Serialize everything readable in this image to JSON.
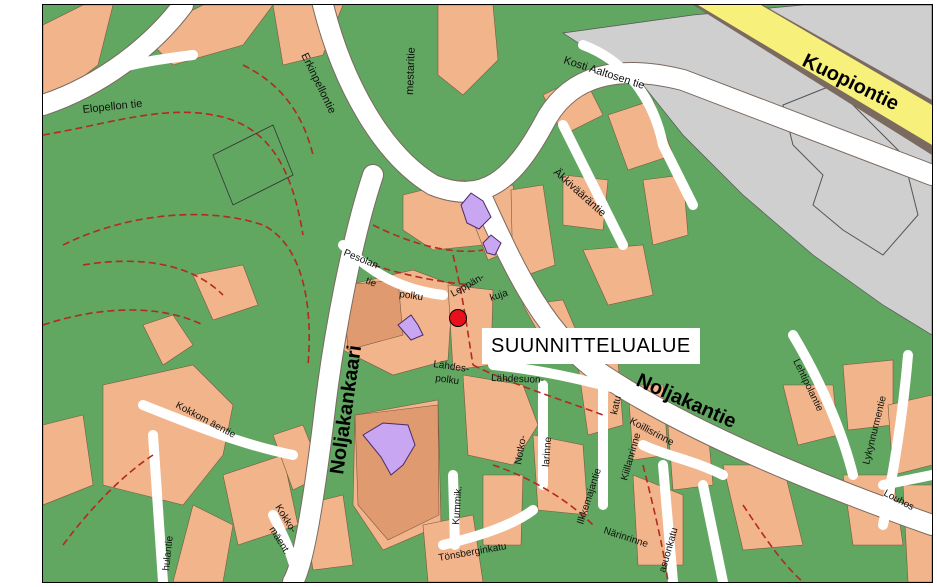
{
  "map": {
    "colors": {
      "green": "#61a661",
      "residential": "#f2b48a",
      "residential_dark": "#e09a70",
      "road": "#ffffff",
      "building": "#c9a6f2",
      "industrial": "#cfcfcf",
      "highway": "#f7f07a",
      "path": "#b22a20",
      "marker": "#e8111b"
    },
    "marker_label": "SUUNNITTELUALUE",
    "streets": {
      "kuopiontie": "Kuopiontie",
      "noljakantie": "Noljakantie",
      "noljakankaari": "Noljakankaari",
      "erkinpellontie": "Erkinpellontie",
      "elopellontie": "Elopellon tie",
      "mestaritie": "mestaritie",
      "kosti": "Kosti Aaltosen tie",
      "akkivaara": "Äkkivääräntie",
      "pesolan1": "Pesolan-",
      "pesolan2": "tie",
      "polku": "polku",
      "leppan1": "Leppän-",
      "leppan2": "kuja",
      "lahdes1": "Lähdes-",
      "lahdes2": "polku",
      "lahdesuon": "Lähdesuon-",
      "katu": "katu",
      "notko1": "Notko-",
      "notko2": "larinne",
      "koillisrinne": "Koillisrinne",
      "kiillanrinne": "Kiillanrinne",
      "naarinrinne": "Närinrinne",
      "asuonkatu": "asuonkatu",
      "ilkkemajan": "Ilkkemajantie",
      "tonsberg": "Tönsberginkatu",
      "kummik": "Kummik.",
      "kokko1": "Kokko-",
      "kokko2": "mäent.",
      "kokkomaentie": "Kokkom äentie",
      "hulantie": "hulantie",
      "lehtipolantie": "Lehtipolantie",
      "lykynnurmentie": "Lykynnurmentie",
      "louhos": "Louhos"
    }
  }
}
